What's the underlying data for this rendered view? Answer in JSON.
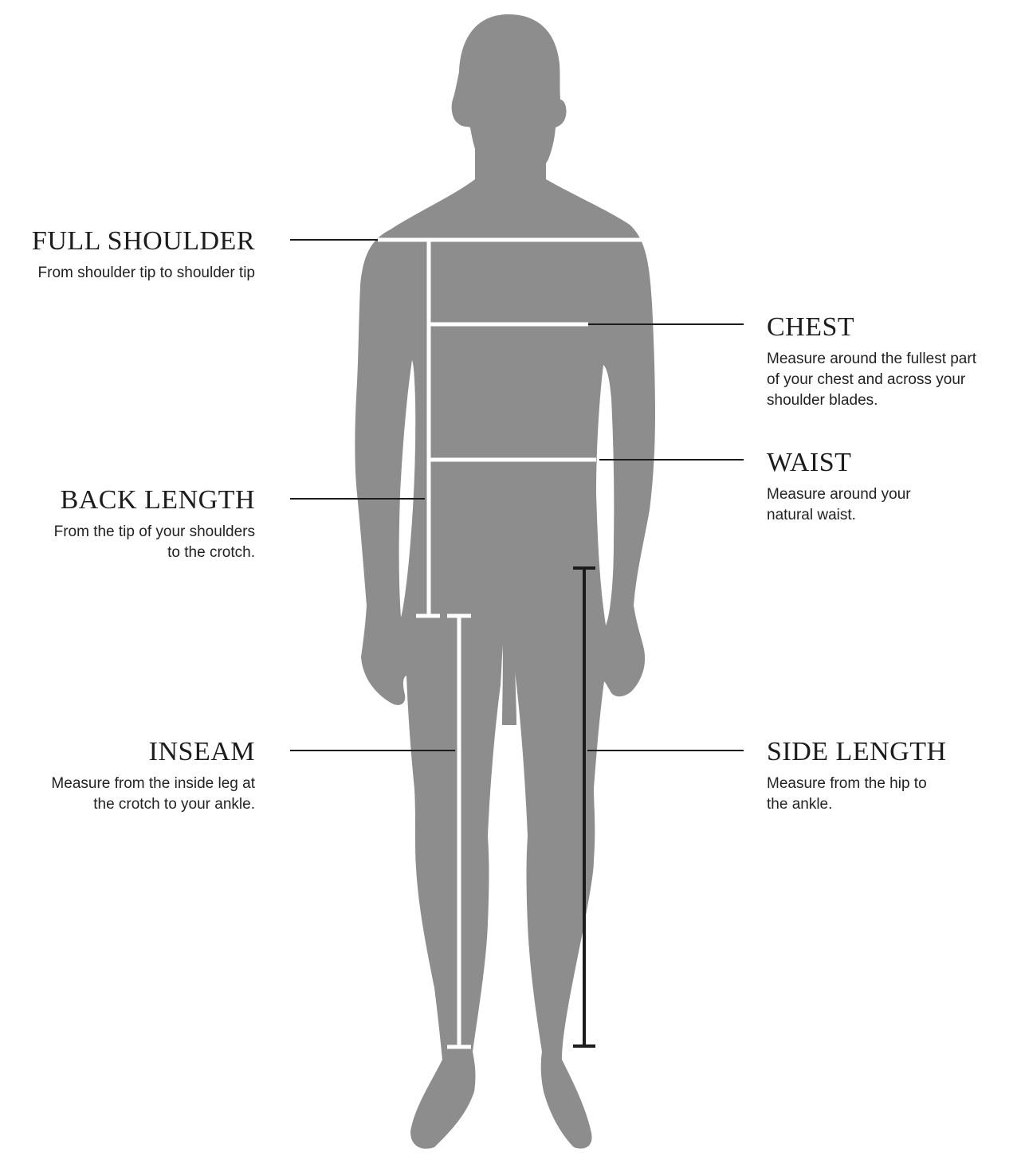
{
  "colors": {
    "silhouette": "#8e8d8e",
    "measure_line_on_body": "#ffffff",
    "leader_line": "#1c1c1c",
    "side_length_bar": "#1c1c1c",
    "background": "#ffffff"
  },
  "labels": {
    "full_shoulder": {
      "title": "FULL SHOULDER",
      "desc": [
        "From shoulder tip to shoulder tip"
      ]
    },
    "chest": {
      "title": "CHEST",
      "desc": [
        "Measure around the fullest part",
        "of your chest and across your",
        "shoulder blades."
      ]
    },
    "waist": {
      "title": "WAIST",
      "desc": [
        "Measure around your",
        "natural waist."
      ]
    },
    "back_length": {
      "title": "BACK LENGTH",
      "desc": [
        "From the tip of your shoulders",
        "to the crotch."
      ]
    },
    "inseam": {
      "title": "INSEAM",
      "desc": [
        "Measure from the inside leg at",
        "the crotch to your ankle."
      ]
    },
    "side_length": {
      "title": "SIDE LENGTH",
      "desc": [
        "Measure from the hip to",
        "the ankle."
      ]
    }
  }
}
